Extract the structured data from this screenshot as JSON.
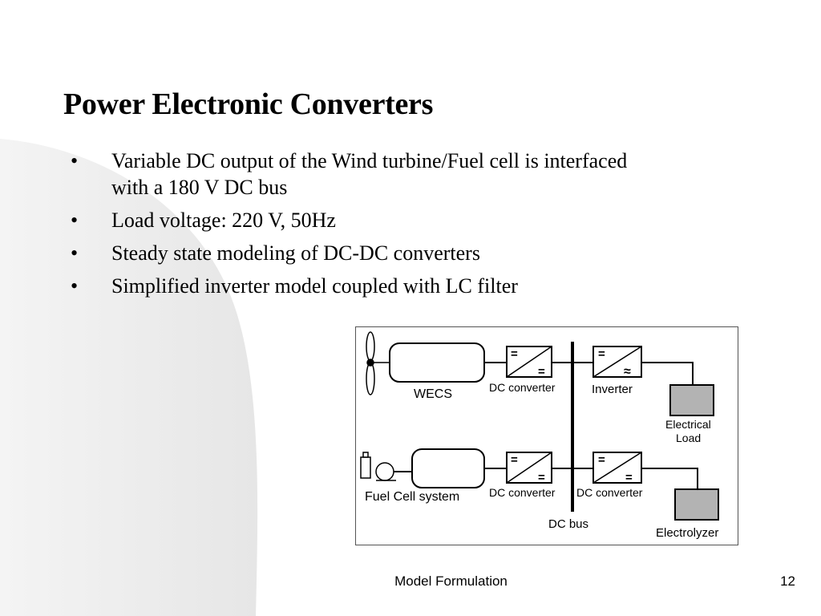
{
  "slide": {
    "title": "Power Electronic Converters",
    "bullets": [
      "Variable DC output of the Wind turbine/Fuel cell is interfaced with a 180 V DC bus",
      "Load voltage: 220 V, 50Hz",
      "Steady state modeling of DC-DC converters",
      "Simplified inverter model coupled with LC filter"
    ],
    "bullet_char": "•"
  },
  "diagram": {
    "wecs_label": "WECS",
    "fuel_cell_label": "Fuel Cell system",
    "dc_converter_top_label": "DC converter",
    "inverter_label": "Inverter",
    "electrical_load_label_line1": "Electrical",
    "electrical_load_label_line2": "Load",
    "dc_converter_bottom_left_label": "DC converter",
    "dc_converter_bottom_right_label": "DC converter",
    "dc_bus_label": "DC bus",
    "electrolyzer_label": "Electrolyzer",
    "converter_symbol_in": "=",
    "converter_symbol_out_dc": "=",
    "converter_symbol_out_ac": "≈"
  },
  "footer": {
    "section": "Model Formulation",
    "page_number": "12"
  },
  "colors": {
    "swoosh": "#ececec",
    "load_fill": "#b3b3b3"
  }
}
